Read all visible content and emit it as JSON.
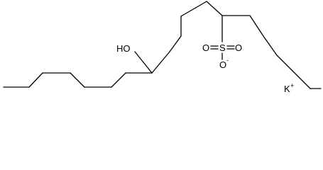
{
  "molecule": {
    "labels": {
      "hydroxyl": "HO",
      "sulfur": "S",
      "oxygen_left": "O",
      "oxygen_right": "O",
      "oxygen_bottom": "O",
      "oxygen_charge": "-",
      "cation": "K",
      "cation_charge": "+"
    }
  }
}
